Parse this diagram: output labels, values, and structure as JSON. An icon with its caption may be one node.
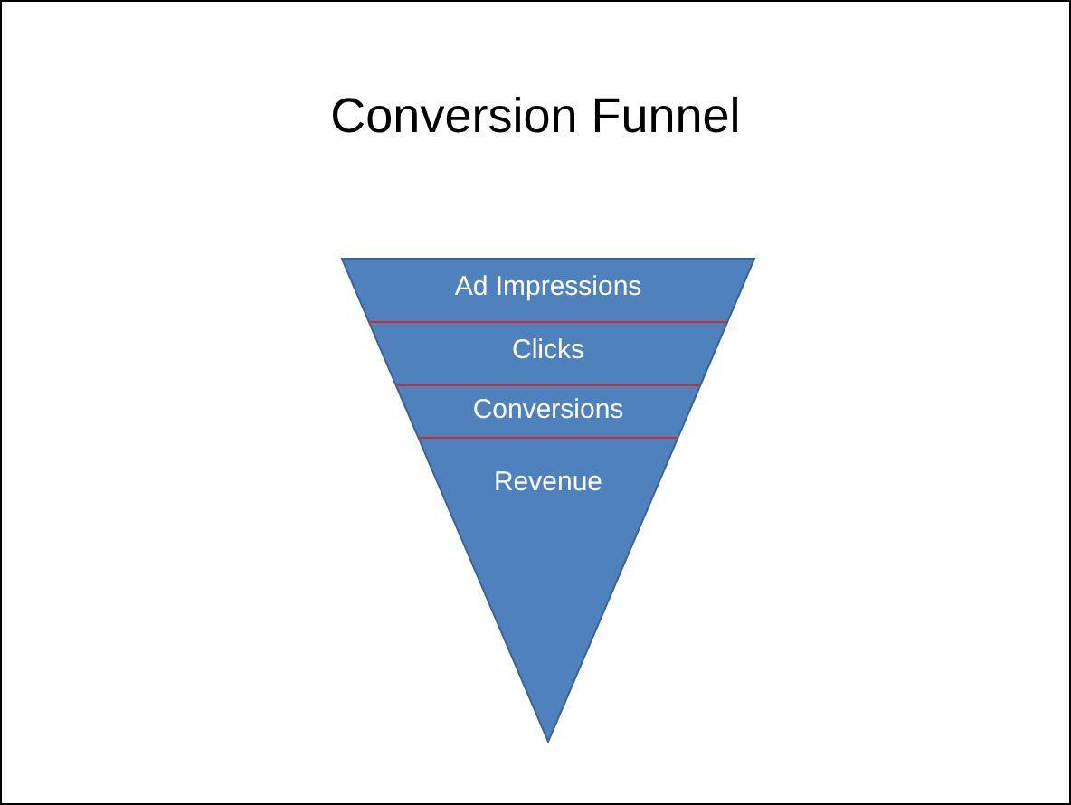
{
  "diagram": {
    "title": "Conversion Funnel",
    "nodes": [
      {
        "text": [
          "Ad Impressions"
        ]
      },
      {
        "text": [
          "Clicks"
        ]
      },
      {
        "text": [
          "Conversions"
        ]
      },
      {
        "text": [
          "Revenue"
        ]
      }
    ]
  }
}
